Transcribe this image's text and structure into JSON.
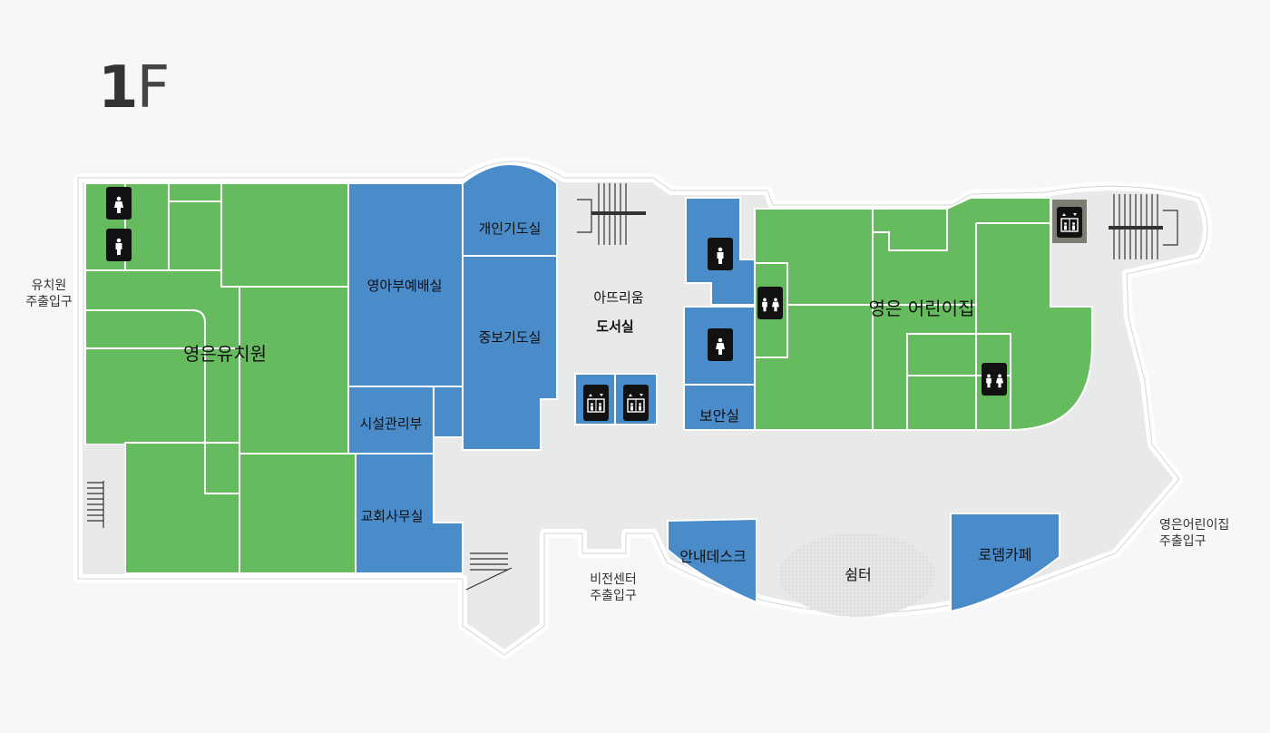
{
  "floor": {
    "number": "1",
    "unit": "F"
  },
  "rooms": {
    "kindergarten": "영은유치원",
    "infant_worship": "영아부예배실",
    "personal_prayer": "개인기도실",
    "intercession_prayer": "중보기도실",
    "facility_management": "시설관리부",
    "church_office": "교회사무실",
    "atrium_line1": "아뜨리움",
    "atrium_line2": "도서실",
    "security": "보안실",
    "daycare": "영은 어린이집",
    "info_desk": "안내데스크",
    "rest_area": "쉼터",
    "cafe": "로뎀카페"
  },
  "entrances": {
    "kindergarten": {
      "line1": "유치원",
      "line2": "주출입구"
    },
    "vision_center": {
      "line1": "비전센터",
      "line2": "주출입구"
    },
    "daycare": {
      "line1": "영은어린이집",
      "line2": "주출입구"
    }
  },
  "icons": {
    "restroom_female": "restroom-female-icon",
    "restroom_male": "restroom-male-icon",
    "restroom_both": "restroom-both-icon",
    "elevator": "elevator-icon",
    "stairs": "stairs-icon"
  },
  "colors": {
    "green": "#66bb5e",
    "blue": "#4a8bc9",
    "floor": "#e8e9e9",
    "wall": "#ffffff",
    "icon_bg": "#111111",
    "elevator_highlight": "#7d7d73"
  }
}
